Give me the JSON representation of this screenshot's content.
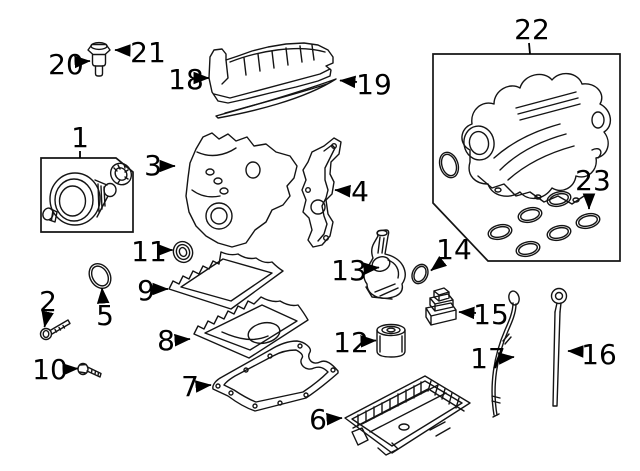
{
  "figure": {
    "type": "exploded-parts-diagram",
    "background_color": "#ffffff",
    "line_color": "#141414",
    "label_color": "#000000",
    "callouts": [
      {
        "label": "1"
      },
      {
        "label": "2"
      },
      {
        "label": "3"
      },
      {
        "label": "4"
      },
      {
        "label": "5"
      },
      {
        "label": "6"
      },
      {
        "label": "7"
      },
      {
        "label": "8"
      },
      {
        "label": "9"
      },
      {
        "label": "10"
      },
      {
        "label": "11"
      },
      {
        "label": "12"
      },
      {
        "label": "13"
      },
      {
        "label": "14"
      },
      {
        "label": "15"
      },
      {
        "label": "16"
      },
      {
        "label": "17"
      },
      {
        "label": "18"
      },
      {
        "label": "19"
      },
      {
        "label": "20"
      },
      {
        "label": "21"
      },
      {
        "label": "22"
      },
      {
        "label": "23"
      }
    ]
  }
}
